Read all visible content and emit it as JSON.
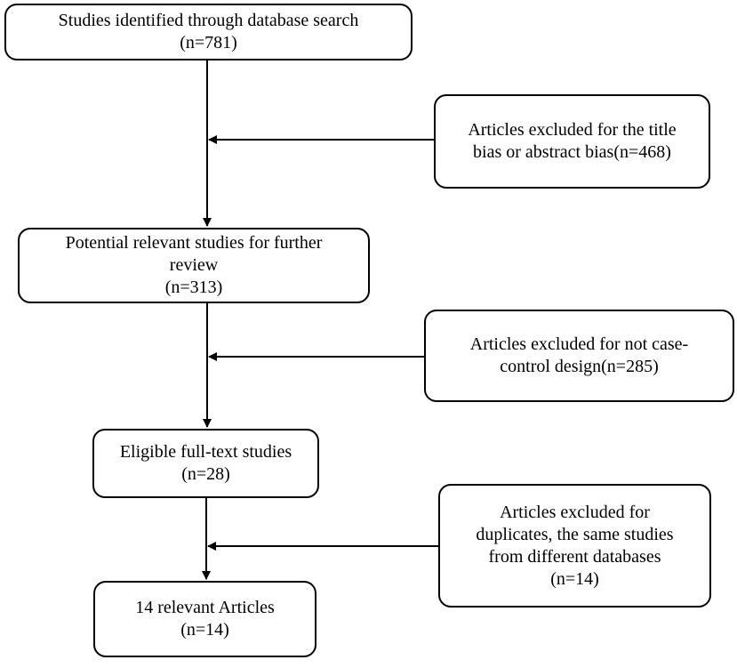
{
  "flowchart": {
    "steps": [
      {
        "lines": [
          "Studies identified through database search",
          "(n=781)"
        ]
      },
      {
        "lines": [
          "Potential relevant studies for further",
          "review",
          "(n=313)"
        ]
      },
      {
        "lines": [
          "Eligible full-text studies",
          "(n=28)"
        ]
      },
      {
        "lines": [
          "14 relevant Articles",
          "(n=14)"
        ]
      }
    ],
    "exclusions": [
      {
        "lines": [
          "Articles excluded for the title",
          "bias or abstract bias(n=468)"
        ]
      },
      {
        "lines": [
          "Articles excluded for not case-",
          "control design(n=285)"
        ]
      },
      {
        "lines": [
          "Articles excluded for",
          "duplicates, the same studies",
          "from different databases",
          "(n=14)"
        ]
      }
    ]
  }
}
